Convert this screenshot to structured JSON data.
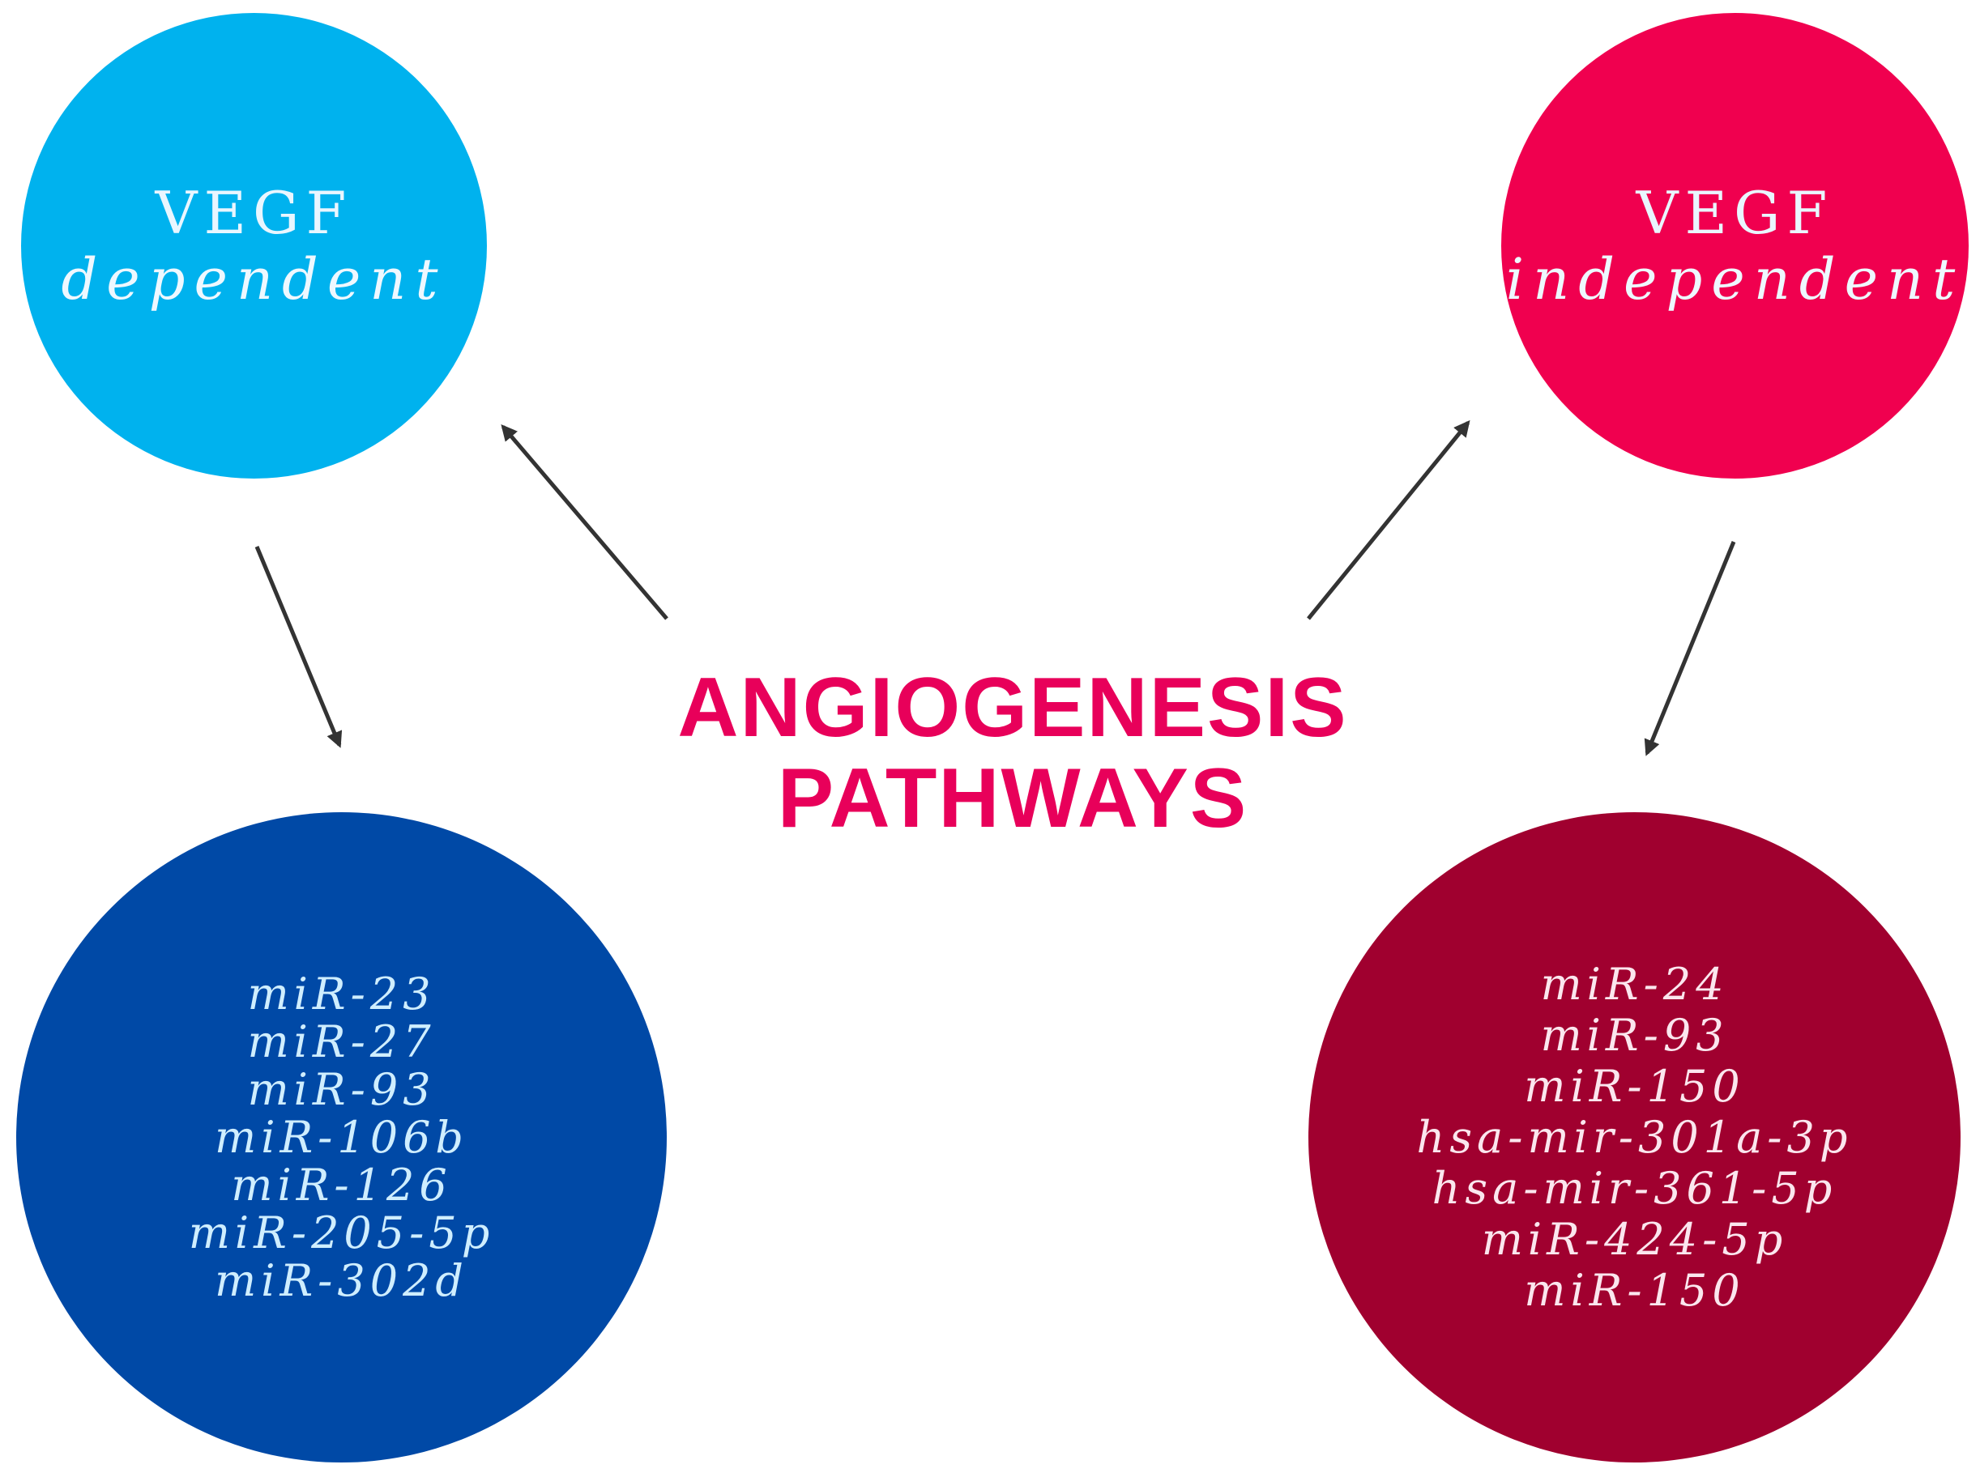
{
  "title": {
    "line1": "ANGIOGENESIS",
    "line2": "PATHWAYS"
  },
  "nodes": {
    "vegf_dependent": {
      "line1": "VEGF",
      "line2": "dependent"
    },
    "vegf_independent": {
      "line1": "VEGF",
      "line2": "independent"
    },
    "mirs_dependent": {
      "items": [
        "miR-23",
        "miR-27",
        "miR-93",
        "miR-106b",
        "miR-126",
        "miR-205-5p",
        "miR-302d"
      ]
    },
    "mirs_independent": {
      "items": [
        "miR-24",
        "miR-93",
        "miR-150",
        "hsa-mir-301a-3p",
        "hsa-mir-361-5p",
        "miR-424-5p",
        "miR-150"
      ]
    }
  },
  "colors": {
    "title": "#e8005a",
    "vegf_dependent": "#00b2ee",
    "vegf_independent": "#f0004f",
    "mirs_dependent": "#0049a6",
    "mirs_independent": "#a0002f",
    "arrow": "#333333"
  }
}
